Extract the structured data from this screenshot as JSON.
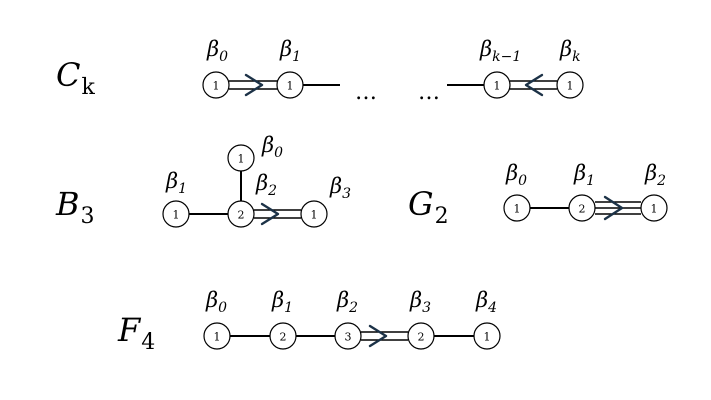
{
  "diagrams": {
    "ck": {
      "name": "C",
      "sub": "k",
      "nodes": [
        {
          "mark": "1",
          "label": "β",
          "sub": "0"
        },
        {
          "mark": "1",
          "label": "β",
          "sub": "1"
        },
        {
          "mark": "1",
          "label": "β",
          "sub": "k−1"
        },
        {
          "mark": "1",
          "label": "β",
          "sub": "k"
        }
      ],
      "ellipsis_left": "…",
      "ellipsis_right": "…"
    },
    "b3": {
      "name": "B",
      "sub": "3",
      "nodes": [
        {
          "mark": "1",
          "label": "β",
          "sub": "1"
        },
        {
          "mark": "2",
          "label": "β",
          "sub": "2"
        },
        {
          "mark": "1",
          "label": "β",
          "sub": "3"
        },
        {
          "mark": "1",
          "label": "β",
          "sub": "0"
        }
      ]
    },
    "g2": {
      "name": "G",
      "sub": "2",
      "nodes": [
        {
          "mark": "1",
          "label": "β",
          "sub": "0"
        },
        {
          "mark": "2",
          "label": "β",
          "sub": "1"
        },
        {
          "mark": "1",
          "label": "β",
          "sub": "2"
        }
      ]
    },
    "f4": {
      "name": "F",
      "sub": "4",
      "nodes": [
        {
          "mark": "1",
          "label": "β",
          "sub": "0"
        },
        {
          "mark": "2",
          "label": "β",
          "sub": "1"
        },
        {
          "mark": "3",
          "label": "β",
          "sub": "2"
        },
        {
          "mark": "2",
          "label": "β",
          "sub": "3"
        },
        {
          "mark": "1",
          "label": "β",
          "sub": "4"
        }
      ]
    }
  }
}
